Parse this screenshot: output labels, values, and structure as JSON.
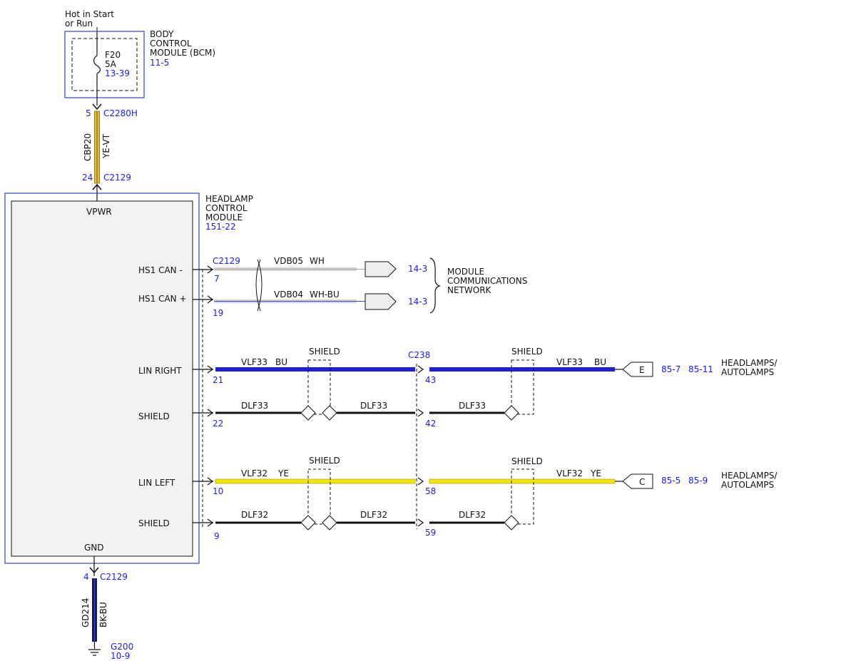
{
  "power_source": {
    "label_line1": "Hot in Start",
    "label_line2": "or Run"
  },
  "bcm": {
    "name_line1": "BODY",
    "name_line2": "CONTROL",
    "name_line3": "MODULE (BCM)",
    "page_ref": "11-5",
    "fuse_name": "F20",
    "fuse_rating": "5A",
    "fuse_ref": "13-39"
  },
  "power_wire": {
    "top_pin": "5",
    "top_connector": "C2280H",
    "circuit": "CBP20",
    "color": "YE-VT",
    "bottom_pin": "24",
    "bottom_connector": "C2129"
  },
  "hcm": {
    "name_line1": "HEADLAMP",
    "name_line2": "CONTROL",
    "name_line3": "MODULE",
    "page_ref": "151-22",
    "vpwr": "VPWR",
    "gnd": "GND",
    "connector": "C2129",
    "pins": {
      "hs1_can_minus": "HS1 CAN -",
      "hs1_can_plus": "HS1 CAN +",
      "lin_right": "LIN RIGHT",
      "shield_right": "SHIELD",
      "lin_left": "LIN LEFT",
      "shield_left": "SHIELD"
    },
    "pin_numbers": {
      "hs1_can_minus": "7",
      "hs1_can_plus": "19",
      "lin_right": "21",
      "shield_right": "22",
      "lin_left": "10",
      "shield_left": "9"
    }
  },
  "can_bus": {
    "minus_circuit": "VDB05",
    "minus_color": "WH",
    "plus_circuit": "VDB04",
    "plus_color": "WH-BU",
    "minus_ref": "14-3",
    "plus_ref": "14-3",
    "network_line1": "MODULE",
    "network_line2": "COMMUNICATIONS",
    "network_line3": "NETWORK"
  },
  "lin_right": {
    "circuit_left": "VLF33",
    "color_left": "BU",
    "shield_label_left": "SHIELD",
    "inline_connector": "C238",
    "inline_pin": "43",
    "shield_label_right": "SHIELD",
    "circuit_right": "VLF33",
    "color_right": "BU",
    "terminal_letter": "E",
    "ref1": "85-7",
    "ref2": "85-11",
    "dest_line1": "HEADLAMPS/",
    "dest_line2": "AUTOLAMPS"
  },
  "shield_right": {
    "drain_1": "DLF33",
    "drain_2": "DLF33",
    "drain_3": "DLF33",
    "inline_pin": "42"
  },
  "lin_left": {
    "circuit_left": "VLF32",
    "color_left": "YE",
    "shield_label_left": "SHIELD",
    "inline_pin": "58",
    "shield_label_right": "SHIELD",
    "circuit_right": "VLF32",
    "color_right": "YE",
    "terminal_letter": "C",
    "ref1": "85-5",
    "ref2": "85-9",
    "dest_line1": "HEADLAMPS/",
    "dest_line2": "AUTOLAMPS"
  },
  "shield_left": {
    "drain_1": "DLF32",
    "drain_2": "DLF32",
    "drain_3": "DLF32",
    "inline_pin": "59"
  },
  "ground_wire": {
    "pin": "4",
    "connector": "C2129",
    "circuit": "GD214",
    "color": "BK-BU",
    "ground_name": "G200",
    "ground_ref": "10-9"
  },
  "colors": {
    "module_border": "#3344cc",
    "module_fill": "#f2f2f2",
    "ref_text": "#1a1aff",
    "wire_yellow": "#f5e600",
    "wire_blue": "#1f1fe0",
    "wire_black": "#111111",
    "wire_navy": "#1a1a55",
    "wire_yellow_violet": "#e8c020"
  }
}
